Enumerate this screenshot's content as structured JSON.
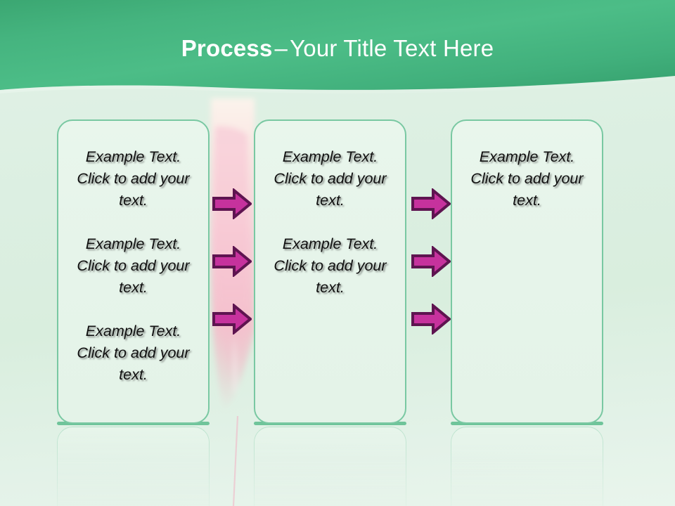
{
  "slide": {
    "header": {
      "title_strong": "Process",
      "title_dash": "–",
      "title_rest": "Your Title Text Here",
      "band_color_top": "#3fae78",
      "band_color_bottom": "#4cbd86"
    },
    "background": {
      "color_top": "#e2f2e6",
      "color_bottom": "#e9f5ec",
      "accent_petal_color": "#f4b9c9"
    },
    "boxes": [
      {
        "name": "process-box-1",
        "border_color": "#79c8a2",
        "fill_color": "#e7f5eb",
        "paragraphs": [
          "Example Text. Click  to add your text.",
          "Example Text. Click  to add your text.",
          "Example Text. Click  to add your text."
        ]
      },
      {
        "name": "process-box-2",
        "border_color": "#79c8a2",
        "fill_color": "#e7f5eb",
        "paragraphs": [
          "Example Text. Click  to add your text.",
          "Example Text. Click  to add your text."
        ]
      },
      {
        "name": "process-box-3",
        "border_color": "#79c8a2",
        "fill_color": "#e7f5eb",
        "paragraphs": [
          "Example Text. Click  to add your text."
        ]
      }
    ],
    "arrows": {
      "icon": "arrow-right-icon",
      "fill_color": "#c6329d",
      "outline_color": "#5e1450",
      "columns": [
        {
          "name": "arrow-column-1",
          "count": 3
        },
        {
          "name": "arrow-column-2",
          "count": 3
        }
      ]
    },
    "reflection": {
      "enabled": true,
      "label": "box-reflection"
    }
  }
}
